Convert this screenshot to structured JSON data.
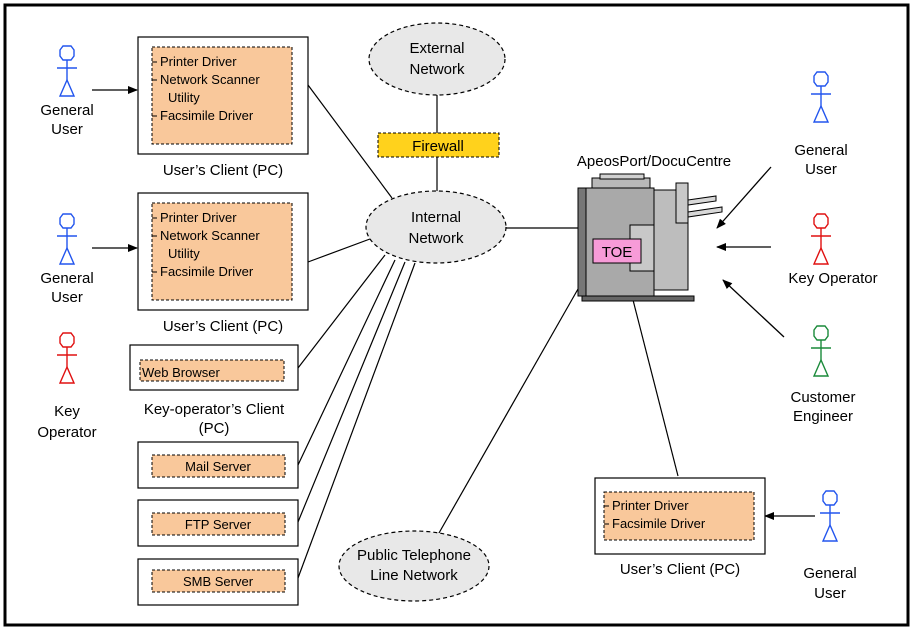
{
  "colors": {
    "box_fill": "#f9c89b",
    "firewall_fill": "#ffd21c",
    "toe_fill": "#f79bd8",
    "cloud_fill": "#e8e8e8",
    "user_blue": "#2255ee",
    "operator_red": "#e01010",
    "engineer_green": "#1a8a3a"
  },
  "clouds": {
    "external": [
      "External",
      "Network"
    ],
    "internal": [
      "Internal",
      "Network"
    ],
    "public": [
      "Public Telephone",
      "Line Network"
    ]
  },
  "firewall": "Firewall",
  "device": {
    "title": "ApeosPort/DocuCentre",
    "toe": "TOE"
  },
  "clients": {
    "top": {
      "items": [
        "Printer Driver",
        "Network Scanner",
        "Utility",
        "Facsimile Driver"
      ],
      "caption": "User’s Client (PC)"
    },
    "mid": {
      "items": [
        "Printer Driver",
        "Network Scanner",
        "Utility",
        "Facsimile Driver"
      ],
      "caption": "User’s Client (PC)"
    },
    "key": {
      "items": [
        "Web Browser"
      ],
      "caption": [
        "Key-operator’s Client",
        "(PC)"
      ]
    },
    "bottom": {
      "items": [
        "Printer Driver",
        "Facsimile Driver"
      ],
      "caption": "User’s Client (PC)"
    }
  },
  "servers": [
    "Mail Server",
    "FTP Server",
    "SMB Server"
  ],
  "actors": {
    "left_user_1": [
      "General",
      "User"
    ],
    "left_user_2": [
      "General",
      "User"
    ],
    "left_key_operator": [
      "Key",
      "Operator"
    ],
    "right_user": [
      "General",
      "User"
    ],
    "right_key_operator": [
      "Key Operator"
    ],
    "right_engineer": [
      "Customer",
      "Engineer"
    ],
    "bottom_user": [
      "General",
      "User"
    ]
  }
}
